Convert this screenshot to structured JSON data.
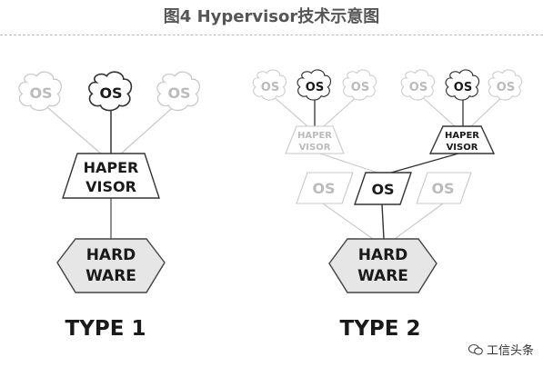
{
  "title": "图4 Hypervisor技术示意图",
  "os_label": "OS",
  "hypervisor_line1": "HAPER",
  "hypervisor_line2": "VISOR",
  "hardware_line1": "HARD",
  "hardware_line2": "WARE",
  "type1_label": "TYPE 1",
  "type2_label": "TYPE 2",
  "watermark_text": "工信头条",
  "colors": {
    "active_stroke": "#333333",
    "faded_stroke": "#c8c8c8",
    "faded_text": "#bbbbbb",
    "hardware_fill": "#e6e6e6",
    "text": "#1a1a1a"
  }
}
